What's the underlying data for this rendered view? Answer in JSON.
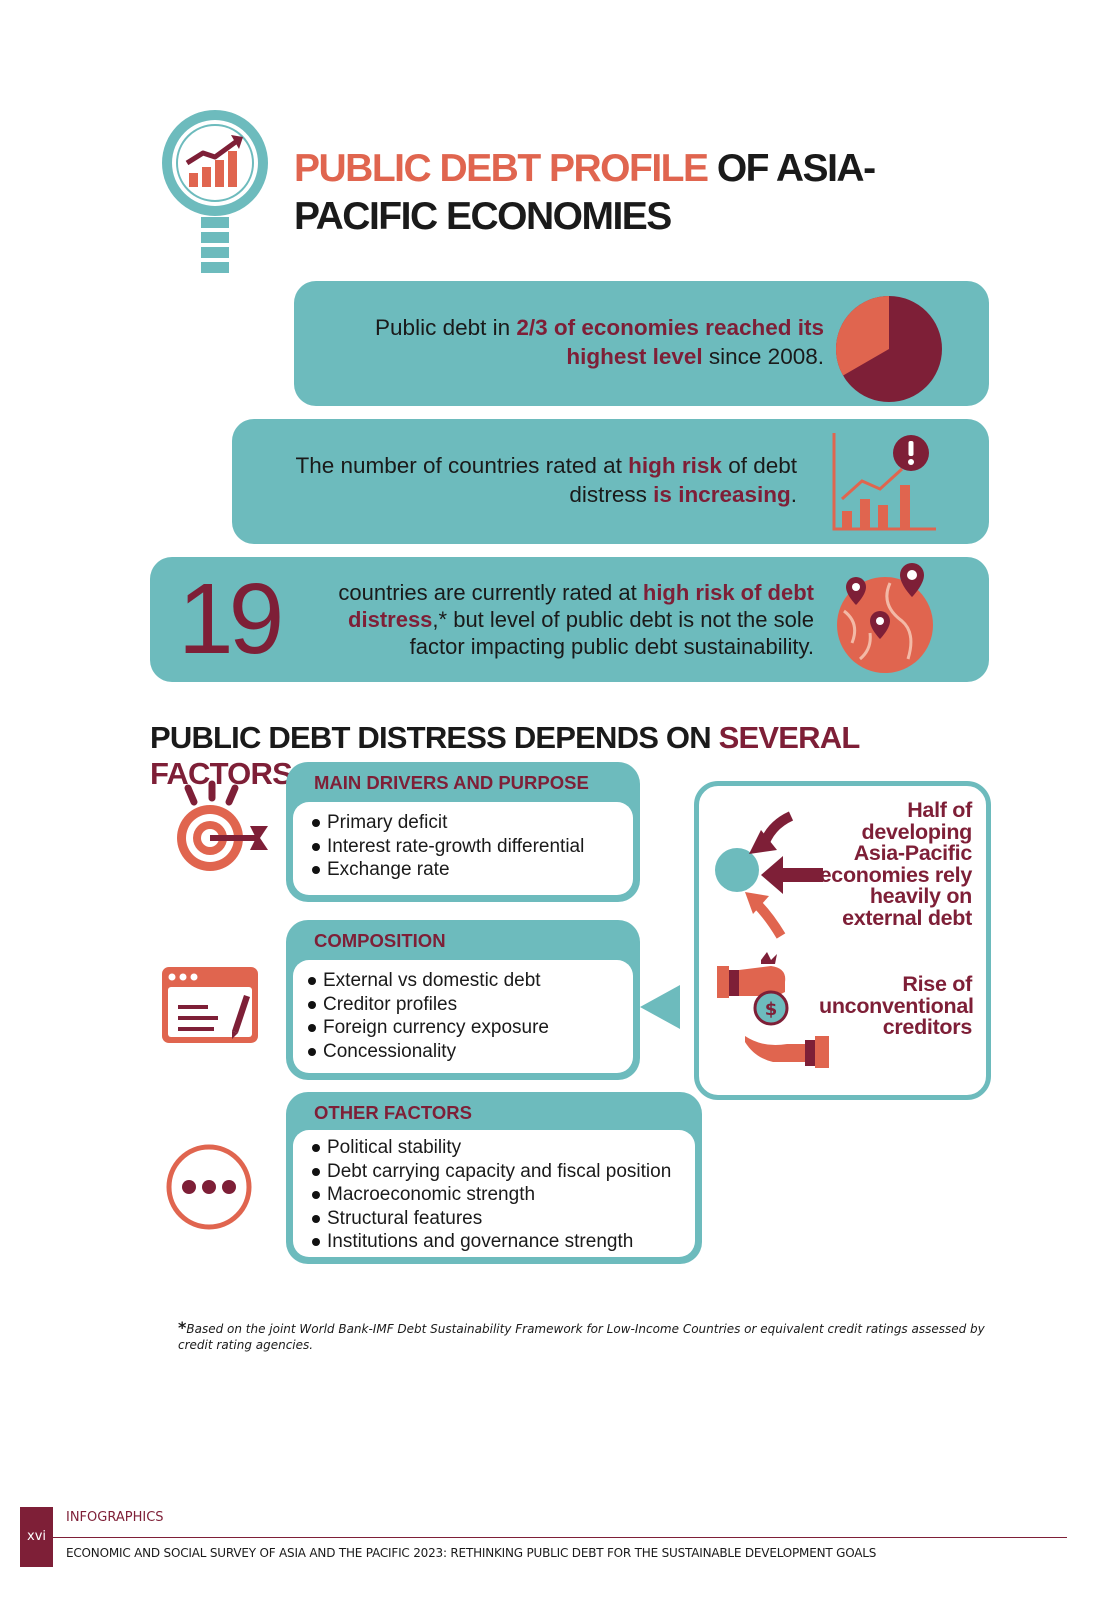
{
  "header": {
    "title_highlight": "PUBLIC DEBT PROFILE",
    "title_rest": " OF ASIA-PACIFIC ECONOMIES",
    "icon": "magnifier-chart-icon"
  },
  "stats": [
    {
      "pre": "Public debt in ",
      "bold1": "2/3 of economies reached its highest level",
      "post": " since 2008.",
      "icon": "pie-chart-icon"
    },
    {
      "pre": "The number of countries rated at ",
      "bold1": "high risk",
      "mid": " of debt distress ",
      "bold2": "is increasing",
      "post": ".",
      "icon": "alert-bar-chart-icon"
    },
    {
      "number": "19",
      "pre": "countries are currently rated at ",
      "bold1": "high risk of debt distress",
      "post": ",* but level of public debt is not the sole factor impacting public debt sustainability.",
      "icon": "globe-pins-icon"
    }
  ],
  "factors_heading": {
    "main": "PUBLIC DEBT DISTRESS DEPENDS ON ",
    "highlight": "SEVERAL FACTORS",
    "end": ":"
  },
  "cards": [
    {
      "title": "MAIN DRIVERS AND PURPOSE",
      "icon": "target-icon",
      "items": [
        "Primary deficit",
        "Interest rate-growth differential",
        "Exchange rate"
      ]
    },
    {
      "title": "COMPOSITION",
      "icon": "document-pen-icon",
      "items": [
        "External vs domestic debt",
        "Creditor profiles",
        "Foreign currency exposure",
        "Concessionality"
      ]
    },
    {
      "title": "OTHER FACTORS",
      "icon": "more-dots-icon",
      "items": [
        "Political stability",
        "Debt carrying capacity and fiscal position",
        "Macroeconomic strength",
        "Structural features",
        "Institutions and governance strength"
      ]
    }
  ],
  "right_panel": {
    "item1": "Half of developing Asia-Pacific economies rely heavily on external debt",
    "item2": "Rise of unconventional creditors"
  },
  "footnote": {
    "mark": "*",
    "text": "Based on the joint World Bank-IMF Debt Sustainability Framework for Low-Income Countries or equivalent credit ratings assessed by credit rating agencies."
  },
  "footer": {
    "page": "xvi",
    "section": "INFOGRAPHICS",
    "publication": "ECONOMIC AND SOCIAL SURVEY OF ASIA AND THE PACIFIC 2023: RETHINKING PUBLIC DEBT FOR THE SUSTAINABLE DEVELOPMENT GOALS"
  },
  "colors": {
    "teal": "#6dbbbd",
    "maroon": "#7e1f37",
    "coral": "#e0654f"
  }
}
